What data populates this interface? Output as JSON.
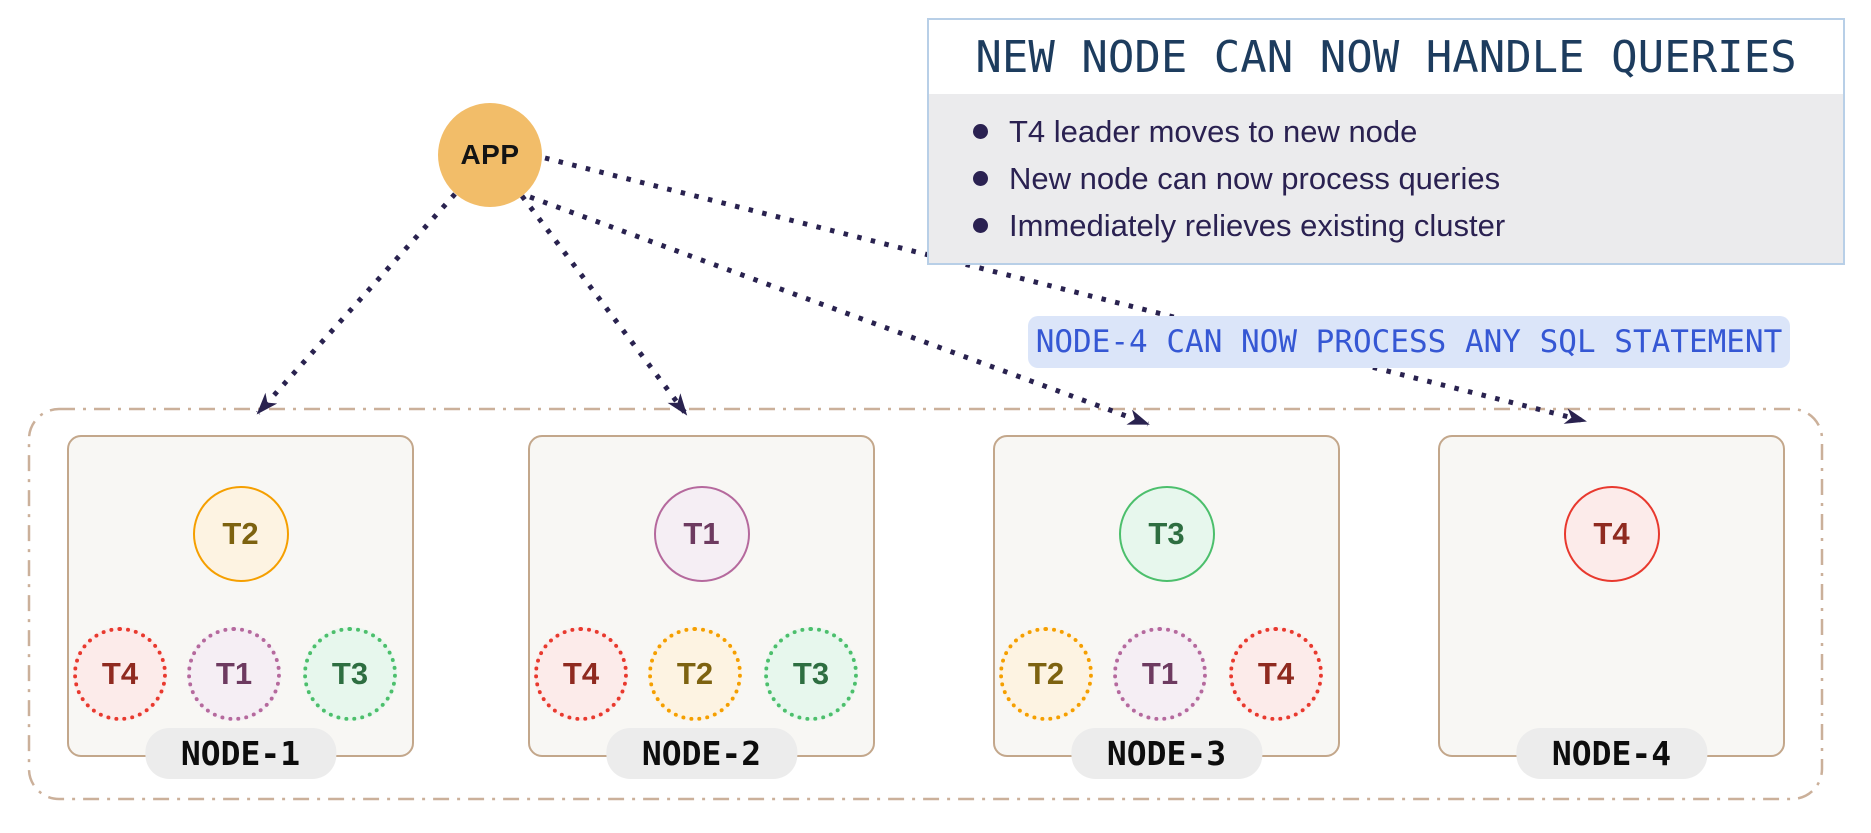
{
  "app": {
    "label": "APP"
  },
  "callout": {
    "title": "NEW NODE CAN NOW HANDLE QUERIES",
    "bullets": [
      "T4 leader moves to new node",
      "New node can now process queries",
      "Immediately relieves existing cluster"
    ]
  },
  "banner": {
    "text": "NODE-4 CAN NOW PROCESS ANY SQL STATEMENT"
  },
  "colors": {
    "arrow": "#29224f",
    "cluster_border": "#cbb09a",
    "node_border": "#c3a78b",
    "node_fill": "#f8f7f4",
    "app_fill": "#f2bd69",
    "callout_border": "#b8cfe7",
    "callout_body": "#ebebed",
    "callout_title_text": "#1d3c5e",
    "banner_fill": "#dbe5f9",
    "banner_text": "#3557d4"
  },
  "palette": {
    "red": {
      "border": "#e8392e",
      "fill": "#fcebea",
      "text": "#8f2a20"
    },
    "purple": {
      "border": "#b5699d",
      "fill": "#f5eef4",
      "text": "#6d3a60"
    },
    "green": {
      "border": "#4cbf6c",
      "fill": "#e7f7ed",
      "text": "#2e6e41"
    },
    "orange": {
      "border": "#f59f00",
      "fill": "#fdf3e2",
      "text": "#7d6210"
    }
  },
  "cluster": {
    "nodes": [
      {
        "name": "NODE-1",
        "leader": {
          "label": "T2",
          "color": "orange"
        },
        "followers": [
          {
            "label": "T4",
            "color": "red"
          },
          {
            "label": "T1",
            "color": "purple"
          },
          {
            "label": "T3",
            "color": "green"
          }
        ]
      },
      {
        "name": "NODE-2",
        "leader": {
          "label": "T1",
          "color": "purple"
        },
        "followers": [
          {
            "label": "T4",
            "color": "red"
          },
          {
            "label": "T2",
            "color": "orange"
          },
          {
            "label": "T3",
            "color": "green"
          }
        ]
      },
      {
        "name": "NODE-3",
        "leader": {
          "label": "T3",
          "color": "green"
        },
        "followers": [
          {
            "label": "T2",
            "color": "orange"
          },
          {
            "label": "T1",
            "color": "purple"
          },
          {
            "label": "T4",
            "color": "red"
          }
        ]
      },
      {
        "name": "NODE-4",
        "leader": {
          "label": "T4",
          "color": "red"
        },
        "followers": []
      }
    ]
  }
}
